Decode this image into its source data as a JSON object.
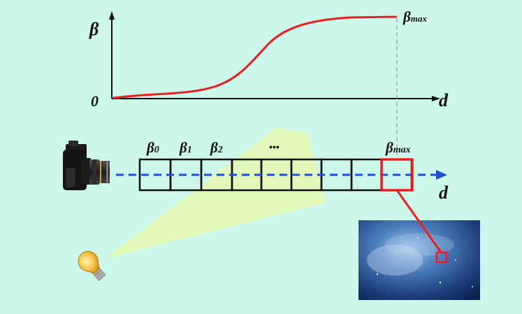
{
  "colors": {
    "background": "#ccf7ea",
    "curve": "#ee1c1c",
    "dashed_arrow": "#1f4ed8",
    "highlight": "#ee1c1c",
    "light_beam": "#e3f7b4"
  },
  "graph": {
    "y_label": "β",
    "origin_label": "0",
    "x_label": "d",
    "curve_end_label_base": "β",
    "curve_end_label_sub": "max"
  },
  "strip": {
    "cell_count": 9,
    "labels": [
      {
        "base": "β",
        "sub": "0"
      },
      {
        "base": "β",
        "sub": "1"
      },
      {
        "base": "β",
        "sub": "2"
      },
      {
        "base": "•••",
        "sub": ""
      },
      {
        "base": "β",
        "sub": "max"
      }
    ],
    "arrow_label": "d"
  },
  "icons": {
    "camera": "camera-icon",
    "light": "light-bulb-icon",
    "image": "underwater-image-thumbnail"
  }
}
